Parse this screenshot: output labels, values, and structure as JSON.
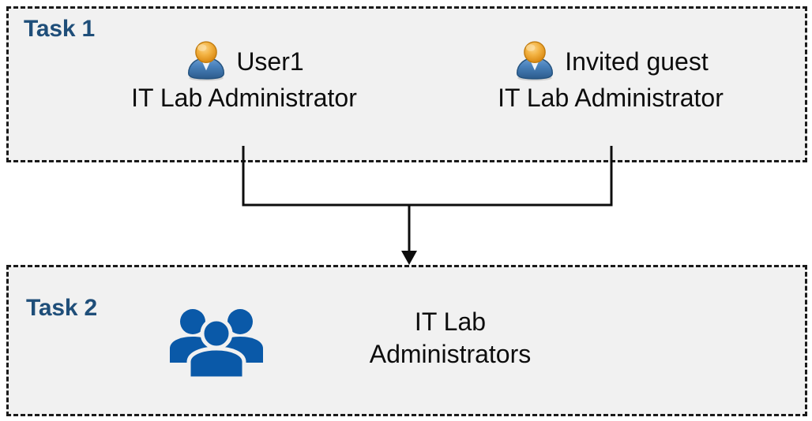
{
  "diagram": {
    "background_color": "#FFFFFF",
    "box_fill_color": "#F1F1F1",
    "box_border_color": "#1A1A1A",
    "accent_color": "#1F4E79",
    "group_icon_color": "#0A59A8",
    "text_color": "#0D0D0D"
  },
  "task1": {
    "label": "Task 1",
    "people": [
      {
        "icon": "single-user-icon",
        "name": "User1",
        "role": "IT Lab Administrator"
      },
      {
        "icon": "single-user-icon",
        "name": "Invited guest",
        "role": "IT Lab Administrator"
      }
    ]
  },
  "task2": {
    "label": "Task 2",
    "group": {
      "icon": "user-group-icon",
      "name_line1": "IT Lab",
      "name_line2": "Administrators"
    }
  },
  "connector": {
    "type": "merge-arrow",
    "from": [
      "User1",
      "Invited guest"
    ],
    "to": "IT Lab Administrators",
    "arrow_color": "#0D0D0D"
  }
}
